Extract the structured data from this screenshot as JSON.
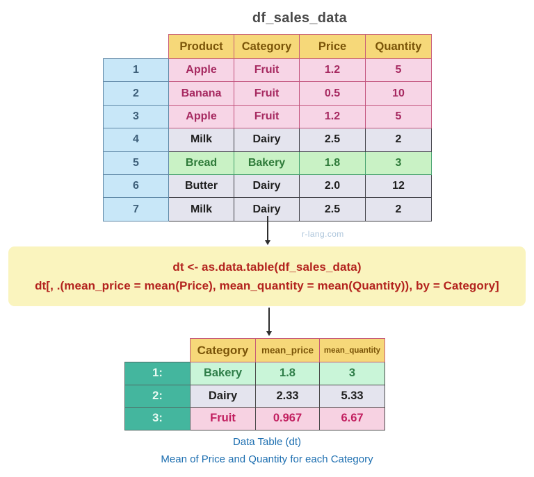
{
  "title": "df_sales_data",
  "watermark": "r-lang.com",
  "source_table": {
    "columns": [
      "Product",
      "Category",
      "Price",
      "Quantity"
    ],
    "rows": [
      {
        "n": "1",
        "product": "Apple",
        "category": "Fruit",
        "price": "1.2",
        "quantity": "5"
      },
      {
        "n": "2",
        "product": "Banana",
        "category": "Fruit",
        "price": "0.5",
        "quantity": "10"
      },
      {
        "n": "3",
        "product": "Apple",
        "category": "Fruit",
        "price": "1.2",
        "quantity": "5"
      },
      {
        "n": "4",
        "product": "Milk",
        "category": "Dairy",
        "price": "2.5",
        "quantity": "2"
      },
      {
        "n": "5",
        "product": "Bread",
        "category": "Bakery",
        "price": "1.8",
        "quantity": "3"
      },
      {
        "n": "6",
        "product": "Butter",
        "category": "Dairy",
        "price": "2.0",
        "quantity": "12"
      },
      {
        "n": "7",
        "product": "Milk",
        "category": "Dairy",
        "price": "2.5",
        "quantity": "2"
      }
    ]
  },
  "code": {
    "line1": "dt <- as.data.table(df_sales_data)",
    "line2": "dt[, .(mean_price = mean(Price), mean_quantity = mean(Quantity)), by = Category]"
  },
  "result_table": {
    "columns": [
      "Category",
      "mean_price",
      "mean_quantity"
    ],
    "rows": [
      {
        "n": "1:",
        "category": "Bakery",
        "mean_price": "1.8",
        "mean_quantity": "3"
      },
      {
        "n": "2:",
        "category": "Dairy",
        "mean_price": "2.33",
        "mean_quantity": "5.33"
      },
      {
        "n": "3:",
        "category": "Fruit",
        "mean_price": "0.967",
        "mean_quantity": "6.67"
      }
    ]
  },
  "captions": {
    "line1": "Data Table (dt)",
    "line2": "Mean of Price and Quantity for each Category"
  },
  "colors": {
    "header_gold": "#f6d879",
    "header_text": "#7a5408",
    "fruit_pink": "#f7d5e6",
    "fruit_text": "#a62960",
    "dairy_gray": "#e4e4ee",
    "bakery_green": "#c9f2c5",
    "index_blue": "#c8e7f8",
    "label_teal": "#44b69e",
    "code_box_yellow": "#faf4be",
    "code_red": "#b3231e",
    "caption_blue": "#1c6eb0"
  }
}
